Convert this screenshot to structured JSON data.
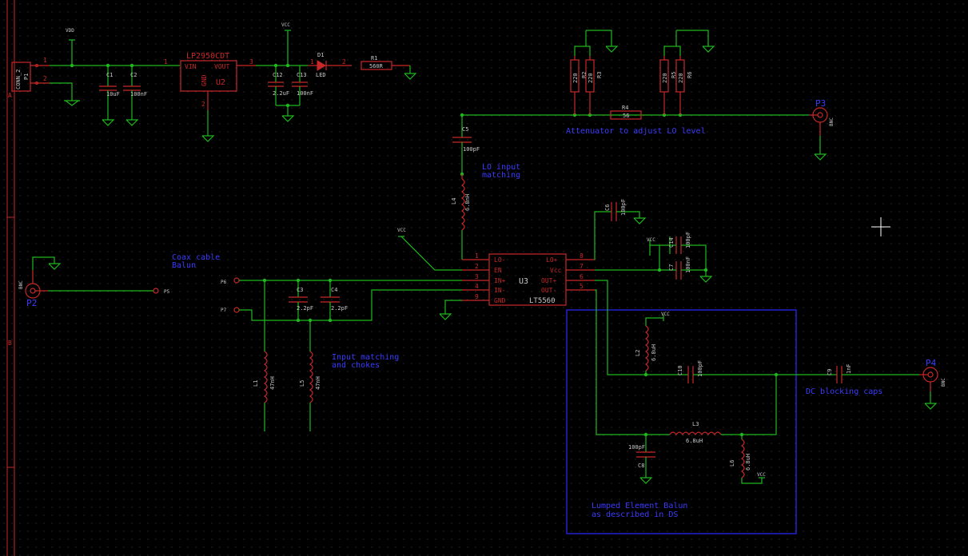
{
  "colors": {
    "background": "#000000",
    "wire": "#1fb81f",
    "component": "#c82828",
    "note": "#3b3bff",
    "text": "#c8c8c8",
    "frame": "#c82828"
  },
  "notes": {
    "attenuator": "Attenuator to adjust LO level",
    "lo_match_1": "LO input",
    "lo_match_2": "matching",
    "balun_1": "Coax cable",
    "balun_2": "Balun",
    "input_match_1": "Input matching",
    "input_match_2": "and chokes",
    "dc_block": "DC blocking caps",
    "lumped_1": "Lumped Element Balun",
    "lumped_2": "as described in DS"
  },
  "frame": {
    "row_a": "A",
    "row_b": "B"
  },
  "power": {
    "vdd": "VDD",
    "vcc": "VCC"
  },
  "connectors": {
    "p1": {
      "ref": "P1",
      "value": "CONN_2",
      "pin_top": "1",
      "pin_bot": "2"
    },
    "p2": {
      "ref": "P2",
      "type": "BNC"
    },
    "p3": {
      "ref": "P3",
      "type": "BNC"
    },
    "p4": {
      "ref": "P4",
      "type": "BNC"
    },
    "p5": "P5",
    "p6": "P6",
    "p7": "P7"
  },
  "regulator": {
    "name": "LP2950CDT",
    "ref": "U2",
    "vin": "VIN",
    "vout": "VOUT",
    "gnd": "GND",
    "pin1": "1",
    "pin2": "2",
    "pin3": "3"
  },
  "mixer": {
    "ref": "U3",
    "name": "LT5560",
    "left_pins": [
      {
        "num": "1",
        "name": "LO-"
      },
      {
        "num": "2",
        "name": "EN"
      },
      {
        "num": "3",
        "name": "IN+"
      },
      {
        "num": "4",
        "name": "IN-"
      },
      {
        "num": "9",
        "name": "GND"
      }
    ],
    "right_pins": [
      {
        "num": "8",
        "name": "LO+"
      },
      {
        "num": "7",
        "name": "Vcc"
      },
      {
        "num": "6",
        "name": "OUT+"
      },
      {
        "num": "5",
        "name": "OUT-"
      }
    ]
  },
  "diode": {
    "ref": "D1",
    "value": "LED",
    "pin1": "1",
    "pin2": "2"
  },
  "resistors": {
    "r1": {
      "ref": "R1",
      "value": "560R"
    },
    "r2": {
      "ref": "R2",
      "value": "220"
    },
    "r3": {
      "ref": "R3",
      "value": "220"
    },
    "r4": {
      "ref": "R4",
      "value": "56"
    },
    "r5": {
      "ref": "R5",
      "value": "220"
    },
    "r6": {
      "ref": "R6",
      "value": "220"
    }
  },
  "capacitors": {
    "c1": {
      "ref": "C1",
      "value": "10uF"
    },
    "c2": {
      "ref": "C2",
      "value": "100nF"
    },
    "c3": {
      "ref": "C3",
      "value": "2.2pF"
    },
    "c4": {
      "ref": "C4",
      "value": "2.2pF"
    },
    "c5": {
      "ref": "C5",
      "value": "100pF"
    },
    "c6": {
      "ref": "C6",
      "value": "100pF"
    },
    "c7": {
      "ref": "C7",
      "value": "100nF"
    },
    "c8": {
      "ref": "C8",
      "value": "100pF"
    },
    "c9": {
      "ref": "C9",
      "value": "1nF"
    },
    "c10": {
      "ref": "C10",
      "value": "100pF"
    },
    "c12": {
      "ref": "C12",
      "value": "2.2uF"
    },
    "c13": {
      "ref": "C13",
      "value": "100nF"
    },
    "c14": {
      "ref": "C14",
      "value": "100pF"
    }
  },
  "inductors": {
    "l1": {
      "ref": "L1",
      "value": "47nH"
    },
    "l2": {
      "ref": "L2",
      "value": "6.8uH"
    },
    "l3": {
      "ref": "L3",
      "value": "6.8uH"
    },
    "l4": {
      "ref": "L4",
      "value": "6.8nH"
    },
    "l5": {
      "ref": "L5",
      "value": "47nH"
    },
    "l6": {
      "ref": "L6",
      "value": "6.8uH"
    }
  }
}
